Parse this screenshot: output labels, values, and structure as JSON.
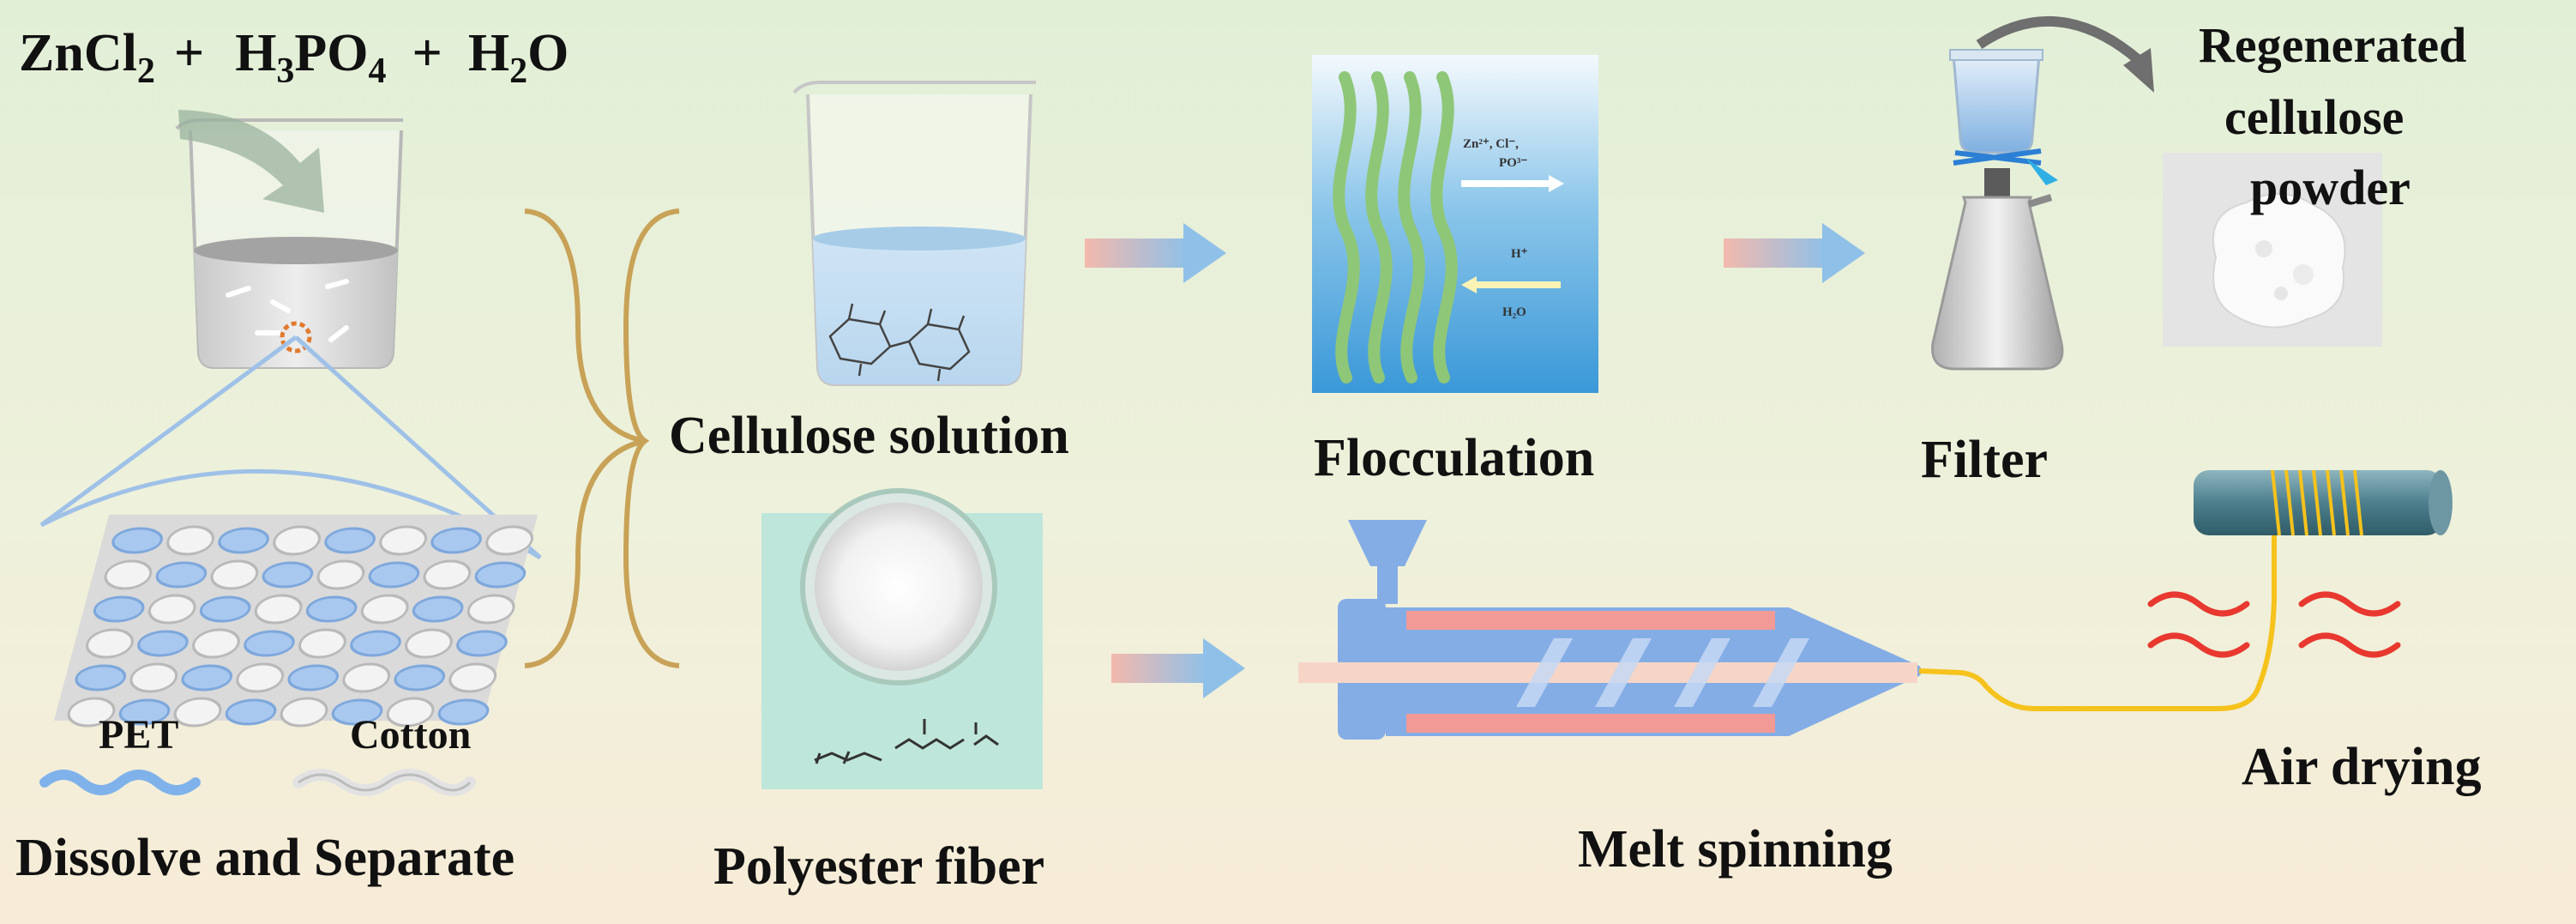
{
  "reaction": {
    "zn_cl": "ZnCl",
    "zn_cl_sub": "2",
    "plus1": "+",
    "h": "H",
    "h_sub": "3",
    "po": "PO",
    "po_sub": "4",
    "plus2": "+",
    "h2": "H",
    "h2_sub": "2",
    "o": "O"
  },
  "labels": {
    "pet": "PET",
    "cotton": "Cotton",
    "dissolve": "Dissolve and Separate",
    "cellulose_solution": "Cellulose solution",
    "polyester_fiber": "Polyester fiber",
    "flocculation": "Flocculation",
    "filter": "Filter",
    "regenerated_line1": "Regenerated",
    "regenerated_line2": "cellulose",
    "regenerated_line3": "powder",
    "melt_spinning": "Melt spinning",
    "air_drying": "Air drying"
  },
  "flocculation_panel": {
    "ions": "Zn²⁺, Cl⁻,",
    "ions2": "PO³⁻",
    "h_plus": "H⁺",
    "h2o": "H₂O"
  },
  "colors": {
    "background_top": "#e2efd7",
    "background_bottom": "#f7ecd8",
    "arrow_start": "#f3b9ad",
    "arrow_end": "#8fc0e8",
    "fiber_blue": "#a9c8ef",
    "extruder_blue": "#84ade6",
    "extruder_pink": "#f29a95",
    "brace": "#c8a257",
    "fiber_green": "#93c67a",
    "heat_red": "#e8382f",
    "yarn": "#f6c21c"
  }
}
